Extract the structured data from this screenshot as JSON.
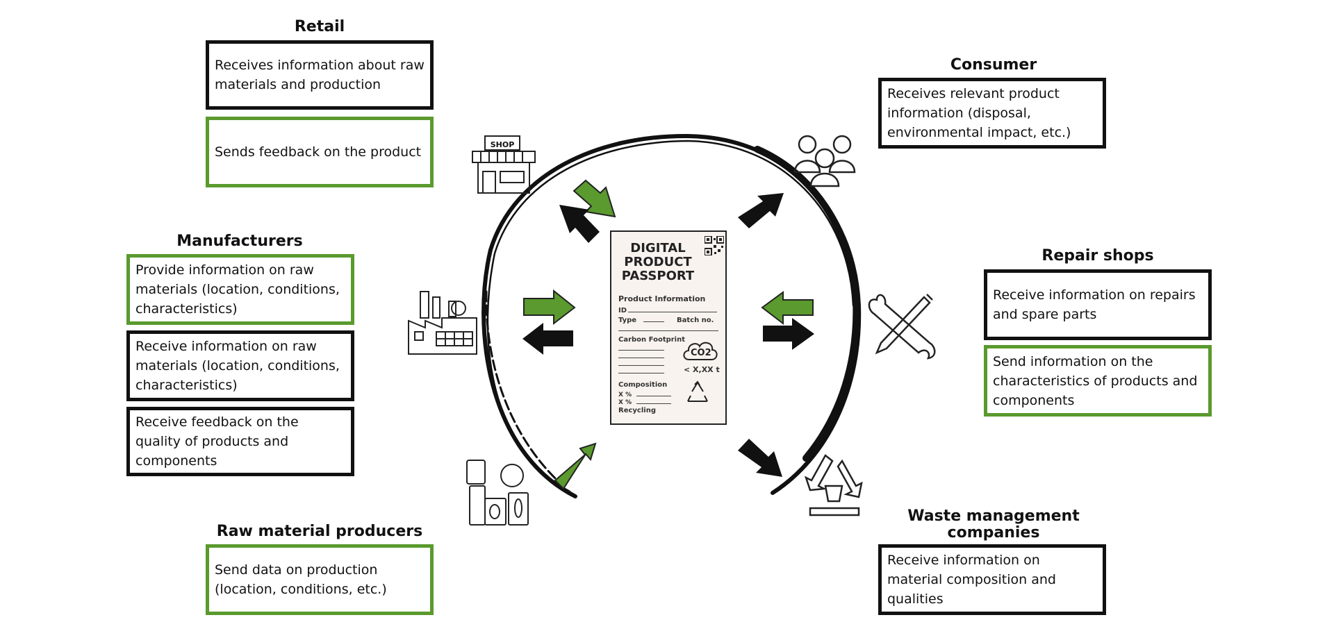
{
  "passport": {
    "title_line1": "DIGITAL",
    "title_line2": "PRODUCT",
    "title_line3": "PASSPORT",
    "product_information": "Product Information",
    "id_label": "ID",
    "type_label": "Type",
    "batch_label": "Batch no.",
    "carbon_footprint": "Carbon Footprint",
    "co2_label": "CO2",
    "co2_value": "< X,XX t",
    "composition": "Composition",
    "x_percent_1": "X %",
    "x_percent_2": "X %",
    "recycling": "Recycling",
    "shop_sign": "SHOP"
  },
  "stakeholders": {
    "retail": {
      "title": "Retail",
      "receives": "Receives information about raw materials and production",
      "sends": "Sends feedback on the product"
    },
    "manufacturers": {
      "title": "Manufacturers",
      "provide": "Provide information on raw materials (location, conditions, characteristics)",
      "receive_raw": "Receive information on raw materials (location, conditions, characteristics)",
      "receive_feedback": "Receive feedback on the quality of products and components"
    },
    "raw_material_producers": {
      "title": "Raw material producers",
      "sends": "Send data on production (location, conditions, etc.)"
    },
    "consumer": {
      "title": "Consumer",
      "receives": "Receives relevant product information (disposal, environmental impact, etc.)"
    },
    "repair_shops": {
      "title": "Repair shops",
      "receive": "Receive information on repairs and spare parts",
      "send": "Send information on the characteristics of products and components"
    },
    "waste_management": {
      "title": "Waste management companies",
      "receive": "Receive information on material composition and qualities"
    }
  },
  "colors": {
    "green": "#5a9a2e",
    "black": "#111111"
  }
}
